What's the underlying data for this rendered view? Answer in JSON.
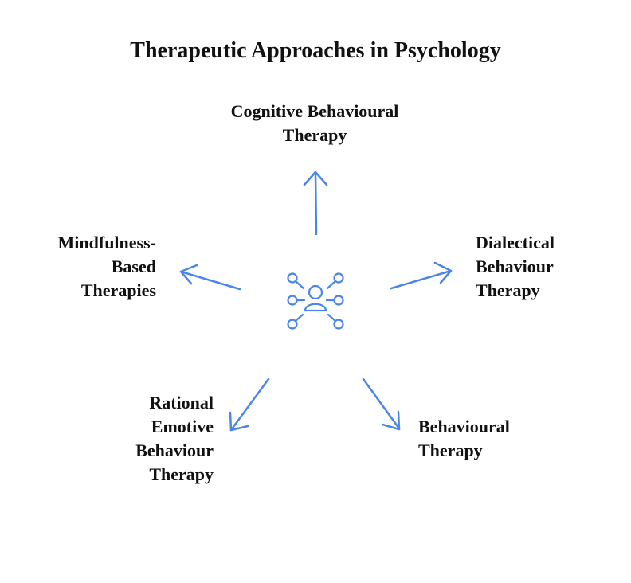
{
  "title": "Therapeutic Approaches in Psychology",
  "accent_color": "#4A86E8",
  "center_icon": "person-network-icon",
  "nodes": [
    {
      "lines": [
        "Cognitive Behavioural",
        "Therapy"
      ]
    },
    {
      "lines": [
        "Dialectical",
        "Behaviour",
        "Therapy"
      ]
    },
    {
      "lines": [
        "Behavioural",
        "Therapy"
      ]
    },
    {
      "lines": [
        "Rational",
        "Emotive",
        "Behaviour",
        "Therapy"
      ]
    },
    {
      "lines": [
        "Mindfulness-",
        "Based",
        "Therapies"
      ]
    }
  ]
}
